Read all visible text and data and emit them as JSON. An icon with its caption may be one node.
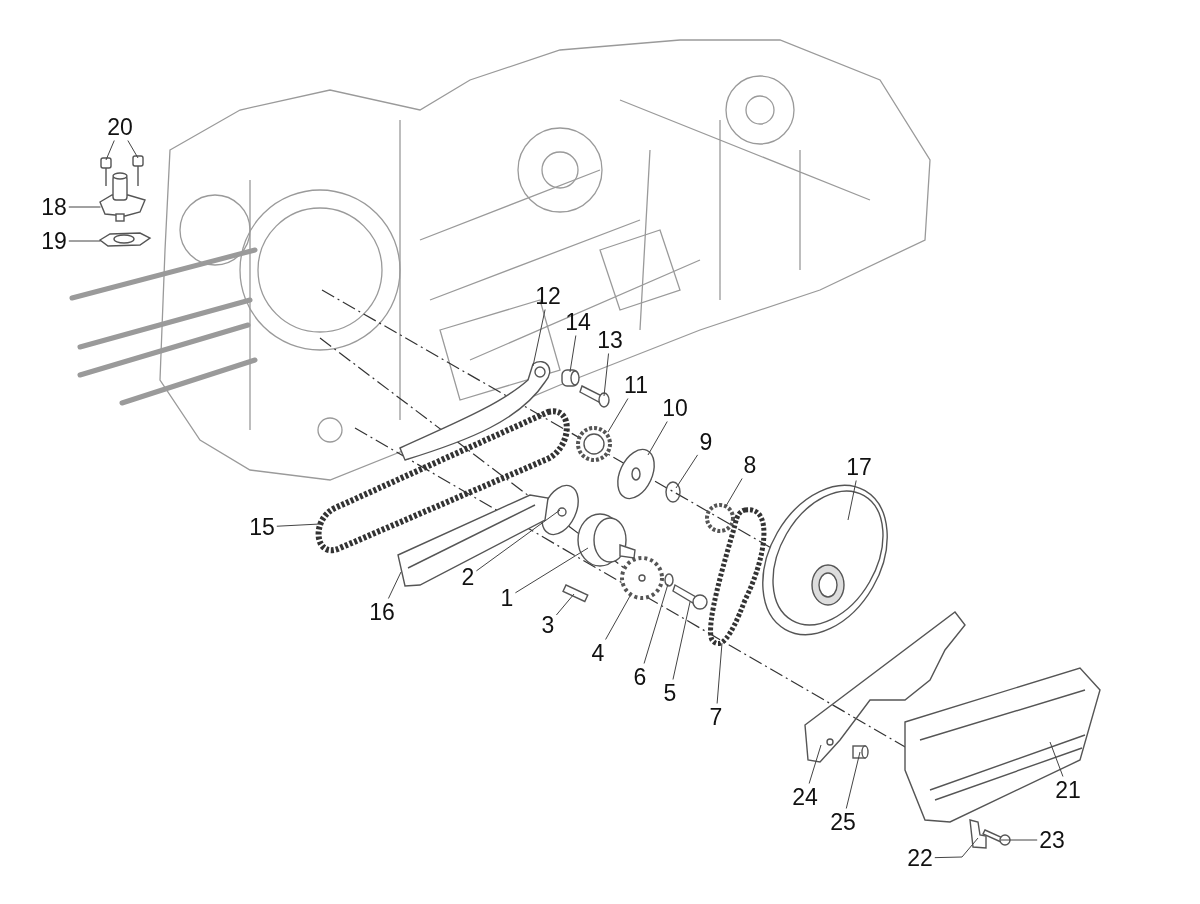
{
  "diagram": {
    "nodes": [
      {
        "text": [
          "20"
        ]
      },
      {
        "text": [
          "18"
        ]
      },
      {
        "text": [
          "19"
        ]
      },
      {
        "text": [
          "12"
        ]
      },
      {
        "text": [
          "14"
        ]
      },
      {
        "text": [
          "13"
        ]
      },
      {
        "text": [
          "11"
        ]
      },
      {
        "text": [
          "10"
        ]
      },
      {
        "text": [
          "9"
        ]
      },
      {
        "text": [
          "17"
        ]
      },
      {
        "text": [
          "8"
        ]
      },
      {
        "text": [
          "15"
        ]
      },
      {
        "text": [
          "2"
        ]
      },
      {
        "text": [
          "1"
        ]
      },
      {
        "text": [
          "16"
        ]
      },
      {
        "text": [
          "3"
        ]
      },
      {
        "text": [
          "4"
        ]
      },
      {
        "text": [
          "6"
        ]
      },
      {
        "text": [
          "5"
        ]
      },
      {
        "text": [
          "7"
        ]
      },
      {
        "text": [
          "21"
        ]
      },
      {
        "text": [
          "24"
        ]
      },
      {
        "text": [
          "25"
        ]
      },
      {
        "text": [
          "23"
        ]
      },
      {
        "text": [
          "22"
        ]
      },
      {
        "text": [],
        "shape": "picture"
      },
      {
        "text": [],
        "shape": "picture"
      },
      {
        "text": [],
        "shape": "picture"
      },
      {
        "text": [],
        "shape": "picture"
      },
      {
        "text": [],
        "shape": "picture"
      },
      {
        "text": [],
        "shape": "picture"
      },
      {
        "text": [],
        "shape": "picture"
      },
      {
        "text": [],
        "shape": "picture"
      },
      {
        "text": [],
        "shape": "picture"
      },
      {
        "text": [],
        "shape": "circle"
      },
      {
        "text": [],
        "shape": "picture"
      },
      {
        "text": [],
        "shape": "circle"
      },
      {
        "text": [],
        "shape": "picture"
      },
      {
        "text": [],
        "shape": "picture"
      },
      {
        "text": [],
        "shape": "picture"
      },
      {
        "text": [],
        "shape": "picture"
      },
      {
        "text": [],
        "shape": "bar"
      },
      {
        "text": [],
        "shape": "picture"
      },
      {
        "text": [],
        "shape": "circle"
      },
      {
        "text": [],
        "shape": "picture"
      },
      {
        "text": [],
        "shape": "picture"
      },
      {
        "text": [],
        "shape": "picture"
      },
      {
        "text": [],
        "shape": "picture"
      },
      {
        "text": [],
        "shape": "cylinder"
      },
      {
        "text": [],
        "shape": "picture"
      },
      {
        "text": [],
        "shape": "picture"
      }
    ],
    "edges": [
      {
        "from": 0,
        "to": 25,
        "arrow": "none"
      },
      {
        "from": 0,
        "to": 26,
        "arrow": "none"
      },
      {
        "from": 1,
        "to": 27,
        "arrow": "none"
      },
      {
        "from": 2,
        "to": 28,
        "arrow": "none"
      },
      {
        "from": 3,
        "to": 29,
        "arrow": "none"
      },
      {
        "from": 4,
        "to": 30,
        "arrow": "none"
      },
      {
        "from": 5,
        "to": 31,
        "arrow": "none"
      },
      {
        "from": 6,
        "to": 32,
        "arrow": "none"
      },
      {
        "from": 7,
        "to": 33,
        "arrow": "none"
      },
      {
        "from": 8,
        "to": 34,
        "arrow": "none"
      },
      {
        "from": 9,
        "to": 35,
        "arrow": "none"
      },
      {
        "from": 10,
        "to": 36,
        "arrow": "none"
      },
      {
        "from": 11,
        "to": 37,
        "arrow": "none"
      },
      {
        "from": 12,
        "to": 38,
        "arrow": "none"
      },
      {
        "from": 13,
        "to": 39,
        "arrow": "none"
      },
      {
        "from": 14,
        "to": 40,
        "arrow": "none"
      },
      {
        "from": 15,
        "to": 41,
        "arrow": "none"
      },
      {
        "from": 16,
        "to": 42,
        "arrow": "none"
      },
      {
        "from": 17,
        "to": 43,
        "arrow": "none"
      },
      {
        "from": 18,
        "to": 44,
        "arrow": "none"
      },
      {
        "from": 19,
        "to": 45,
        "arrow": "none"
      },
      {
        "from": 20,
        "to": 46,
        "arrow": "none"
      },
      {
        "from": 21,
        "to": 47,
        "arrow": "none"
      },
      {
        "from": 22,
        "to": 48,
        "arrow": "none"
      },
      {
        "from": 23,
        "to": 49,
        "arrow": "none"
      },
      {
        "from": 24,
        "to": 50,
        "arrow": "none"
      }
    ]
  }
}
